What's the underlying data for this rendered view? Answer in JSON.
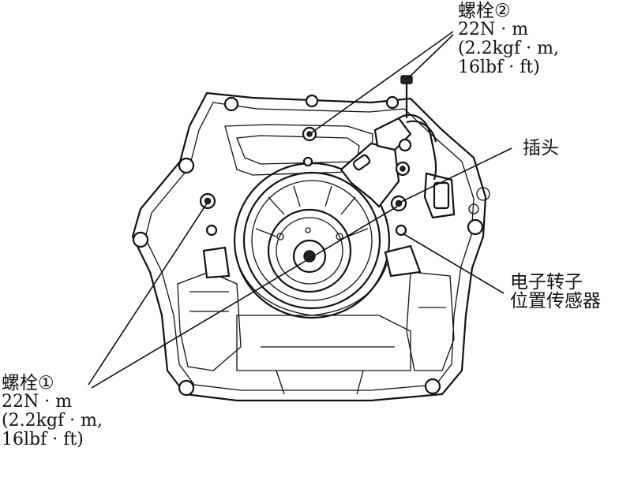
{
  "labels": {
    "bolt2": {
      "name": "螺栓②",
      "torque_nm": "22N · m",
      "torque_kgf": "(2.2kgf · m,",
      "torque_lbf": "16lbf · ft)"
    },
    "plug": {
      "name": "插头"
    },
    "sensor": {
      "line1": "电子转子",
      "line2": "位置传感器"
    },
    "bolt1": {
      "name": "螺栓①",
      "torque_nm": "22N · m",
      "torque_kgf": "(2.2kgf · m,",
      "torque_lbf": "16lbf · ft)"
    }
  },
  "colors": {
    "ink": "#111111",
    "background": "#ffffff"
  },
  "icons": [
    "engine-cover-illustration",
    "bolt-icon",
    "connector-plug-icon",
    "rotor-sensor-icon"
  ]
}
